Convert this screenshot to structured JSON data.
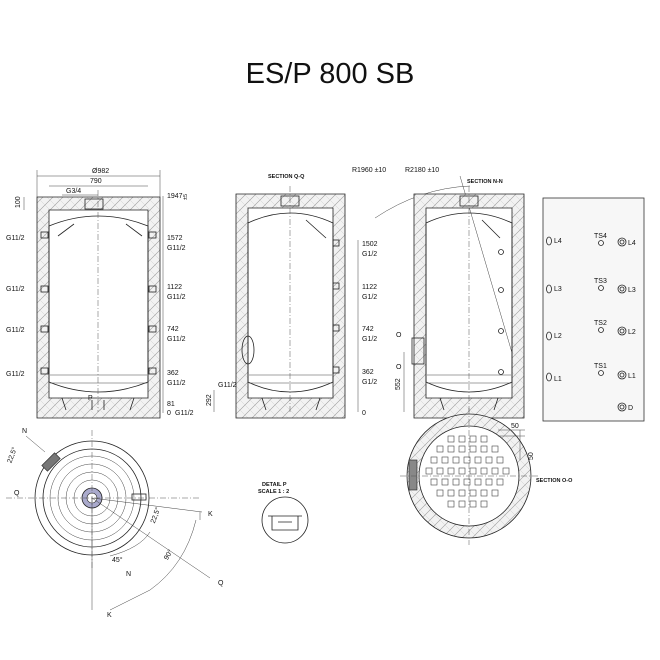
{
  "title": "ES/P 800 SB",
  "view1": {
    "diameter": "Ø982",
    "width": "790",
    "top_conn": "G3/4",
    "left_dim": "100",
    "left_labels": [
      "G11/2",
      "G11/2",
      "G11/2",
      "G11/2"
    ],
    "right_levels": [
      "1947",
      "1572",
      "1122",
      "742",
      "362",
      "81"
    ],
    "right_tol": "±5",
    "right_conn": [
      "G11/2",
      "G11/2",
      "G11/2",
      "G11/2",
      "G11/2"
    ],
    "zero": "0",
    "p_label": "P"
  },
  "view2": {
    "section": "SECTION Q-Q",
    "levels": [
      "1502",
      "1122",
      "742",
      "362"
    ],
    "conn": [
      "G1/2",
      "G1/2",
      "G1/2",
      "G1/2"
    ],
    "side_conn": "G11/2",
    "side_dim": "292",
    "zero": "0"
  },
  "view3": {
    "r1": "R1960 ±10",
    "r2": "R2180 ±10",
    "section": "SECTION N-N",
    "o_label": "O",
    "side_dim": "552"
  },
  "panel": {
    "ts": [
      "TS4",
      "TS3",
      "TS2",
      "TS1"
    ],
    "l_left": [
      "L4",
      "L3",
      "L2",
      "L1"
    ],
    "l_right": [
      "L4",
      "L3",
      "L2",
      "L1"
    ],
    "d": "D"
  },
  "plan": {
    "angle1": "22,5°",
    "angle2": "22,5°",
    "angle3": "45°",
    "angle4": "90°",
    "n": "N",
    "q": "Q",
    "k": "K"
  },
  "detail": {
    "title": "DETAIL P",
    "scale": "SCALE 1 : 2"
  },
  "section_o": {
    "label": "SECTION O-O",
    "dim_a": "50",
    "dim_b": "50"
  }
}
